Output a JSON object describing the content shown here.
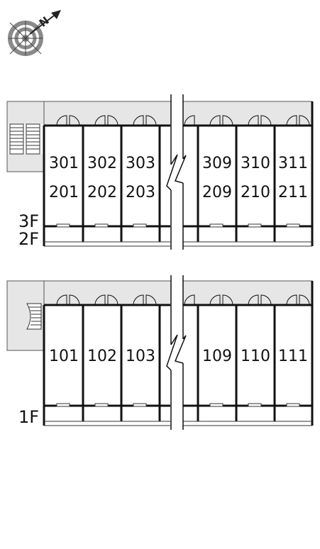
{
  "compass": {
    "north_letter": "N"
  },
  "upper_block": {
    "floor_labels": [
      "3F",
      "2F"
    ],
    "row_top": [
      "301",
      "302",
      "303",
      "309",
      "310",
      "311"
    ],
    "row_bottom": [
      "201",
      "202",
      "203",
      "209",
      "210",
      "211"
    ]
  },
  "lower_block": {
    "floor_labels": [
      "1F"
    ],
    "row": [
      "101",
      "102",
      "103",
      "109",
      "110",
      "111"
    ]
  },
  "colors": {
    "corridor": "#e6e6e6",
    "wall": "#111111",
    "compass_gray": "#8a8a8a"
  }
}
